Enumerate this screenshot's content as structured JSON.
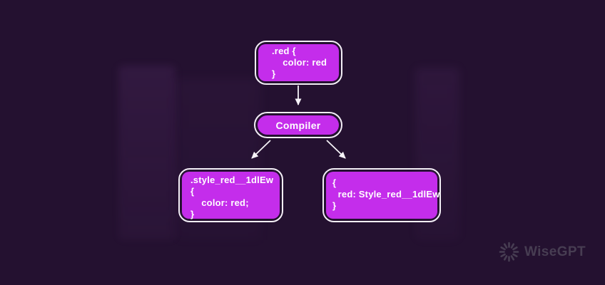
{
  "diagram": {
    "source_box": {
      "lines": [
        ".red {",
        "    color: red",
        "}"
      ]
    },
    "compiler_box": {
      "label": "Compiler"
    },
    "compiled_css_box": {
      "lines": [
        ".style_red__1dlEw",
        "{",
        "    color: red;",
        "}"
      ]
    },
    "compiled_js_box": {
      "lines": [
        "{",
        "  red: Style_red__1dlEw",
        "}"
      ]
    }
  },
  "branding": {
    "logo_text": "WiseGPT"
  },
  "colors": {
    "background": "#241130",
    "node_fill": "#c42deb",
    "node_border": "#f3eff6",
    "arrow": "#f6f3f8",
    "logo": "#473d52"
  }
}
